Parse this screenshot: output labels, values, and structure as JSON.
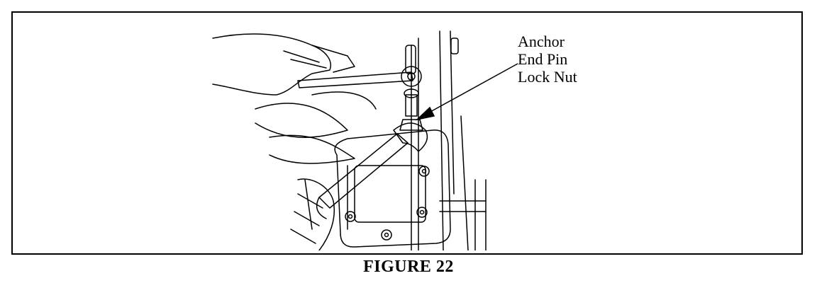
{
  "figure": {
    "callout_lines": [
      "Anchor",
      "End Pin",
      "Lock Nut"
    ],
    "caption": "FIGURE 22"
  }
}
